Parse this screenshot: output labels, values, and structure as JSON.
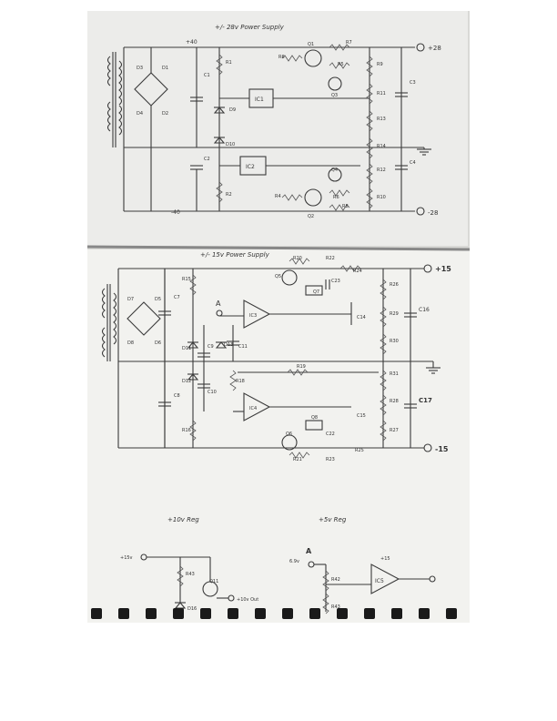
{
  "page1": {
    "title": "+/- 28v Power Supply",
    "rail_top": "+40",
    "rail_bottom": "-40",
    "out_pos": "+28",
    "out_neg": "-28",
    "labels": {
      "d1": "D1",
      "d2": "D2",
      "d3": "D3",
      "d4": "D4",
      "c1": "C1",
      "c2": "C2",
      "c3": "C3",
      "c4": "C4",
      "r1": "R1",
      "r2": "R2",
      "r4": "R4",
      "r5": "R5",
      "r6": "R6",
      "r7": "R7",
      "r8": "R8",
      "r9": "R9",
      "r10": "R10",
      "r11": "R11",
      "r12": "R12",
      "r13": "R13",
      "r14": "R14",
      "d9": "D9",
      "d10": "D10",
      "q1": "Q1",
      "q2": "Q2",
      "q3": "Q3",
      "q4": "Q4",
      "ic1": "IC1",
      "ic2": "IC2"
    }
  },
  "page2": {
    "title": "+/- 15v Power Supply",
    "out_pos": "+15",
    "out_neg": "-15",
    "node_a": "A",
    "labels": {
      "d5": "D5",
      "d6": "D6",
      "d7": "D7",
      "d8": "D8",
      "d11": "D11",
      "d12": "D12",
      "d13": "D13",
      "c7": "C7",
      "c8": "C8",
      "c9": "C9",
      "c10": "C10",
      "c11": "C11",
      "c14": "C14",
      "c15": "C15",
      "c16": "C16",
      "c17": "C17",
      "c22": "C22",
      "c23": "C23",
      "r15": "R15",
      "r16": "R16",
      "r18": "R18",
      "r19": "R19",
      "r20": "R20",
      "r21": "R21",
      "r22": "R22",
      "r23": "R23",
      "r24": "R24",
      "r25": "R25",
      "r26": "R26",
      "r27": "R27",
      "r28": "R28",
      "r29": "R29",
      "r30": "R30",
      "r31": "R31",
      "q5": "Q5",
      "q6": "Q6",
      "q7": "Q7",
      "q8": "Q8",
      "ic3": "IC3",
      "ic4": "IC4"
    },
    "reg10": {
      "title": "+10v Reg",
      "in": "+15v",
      "out": "+10v Out",
      "labels": {
        "r43": "R43",
        "q11": "Q11",
        "d16": "D16"
      }
    },
    "reg5": {
      "title": "+5v Reg",
      "in": "6.9v",
      "node_a": "A",
      "labels": {
        "r42": "R42",
        "r43": "R43",
        "ic5": "IC5",
        "v15": "+15"
      }
    }
  }
}
